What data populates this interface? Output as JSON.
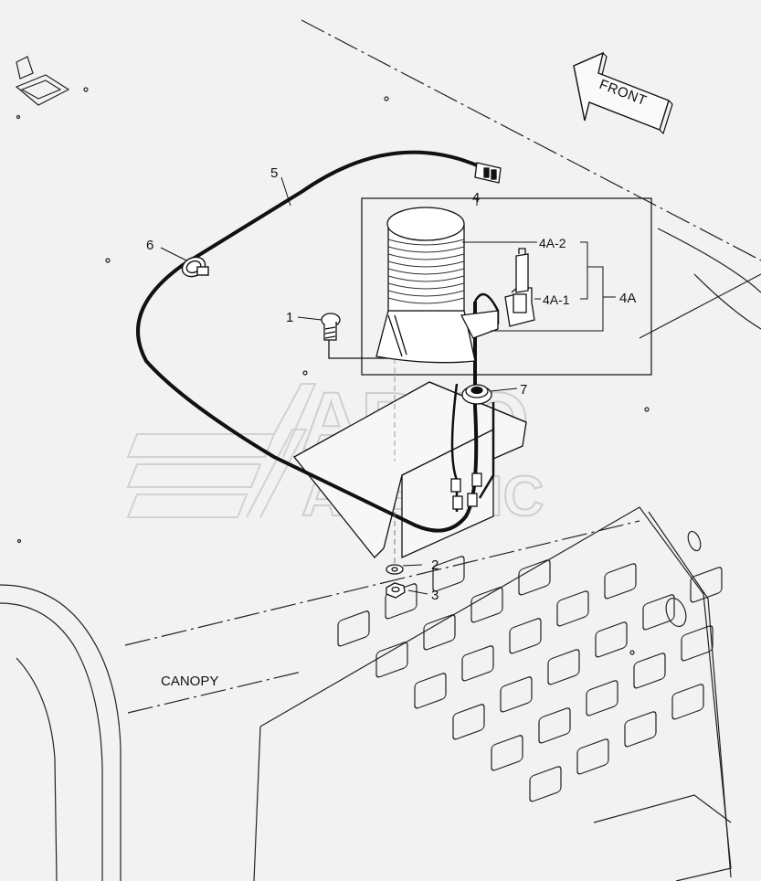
{
  "direction_label": "FRONT",
  "area_label": "CANOPY",
  "parts": {
    "screw": "1",
    "washer": "2",
    "nut": "3",
    "beacon_assembly": "4",
    "harness": "5",
    "clamp": "6",
    "grommet": "7",
    "beacon_group": "4A",
    "lamp_sub_1": "4A-1",
    "lamp_sub_2": "4A-2"
  },
  "watermark": {
    "line1": "АВТО",
    "line2": "АЛЬЯНС"
  }
}
